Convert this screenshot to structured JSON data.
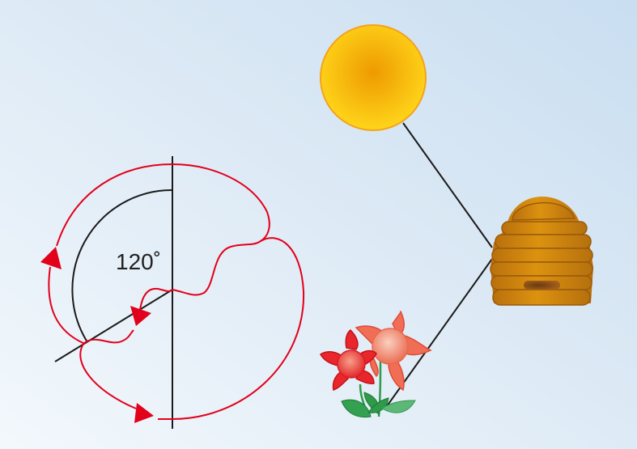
{
  "diagram": {
    "angle_label": "120˚",
    "colors": {
      "dance_path": "#e2001a",
      "axis_lines": "#1a1a1a",
      "sun_core": "#f0a000",
      "sun_edge": "#ffd51a",
      "hive": "#d68b12",
      "flower_red": "#e8262b",
      "flower_salmon": "#ef6e55",
      "leaf": "#2e9a4a"
    },
    "icons": [
      "sun",
      "beehive",
      "flowers"
    ]
  }
}
